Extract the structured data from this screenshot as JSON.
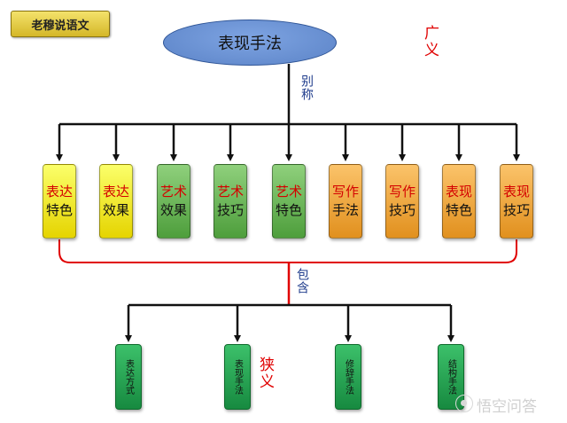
{
  "badge": "老穆说语文",
  "root": "表现手法",
  "broad_label": "广义",
  "alias_label": "别称",
  "contains_label": "包含",
  "narrow_label": "狭义",
  "aliases": [
    {
      "line1": "表达",
      "line2": "特色",
      "color": "yellow"
    },
    {
      "line1": "表达",
      "line2": "效果",
      "color": "yellow"
    },
    {
      "line1": "艺术",
      "line2": "效果",
      "color": "green"
    },
    {
      "line1": "艺术",
      "line2": "技巧",
      "color": "green"
    },
    {
      "line1": "艺术",
      "line2": "特色",
      "color": "green"
    },
    {
      "line1": "写作",
      "line2": "手法",
      "color": "orange"
    },
    {
      "line1": "写作",
      "line2": "技巧",
      "color": "orange"
    },
    {
      "line1": "表现",
      "line2": "特色",
      "color": "orange"
    },
    {
      "line1": "表现",
      "line2": "技巧",
      "color": "orange"
    }
  ],
  "narrow_items": [
    {
      "line1": "表达",
      "line2": "方式"
    },
    {
      "line1": "表现",
      "line2": "手法"
    },
    {
      "line1": "修辞",
      "line2": "手法"
    },
    {
      "line1": "结构",
      "line2": "手法"
    }
  ],
  "watermark": "悟空问答"
}
